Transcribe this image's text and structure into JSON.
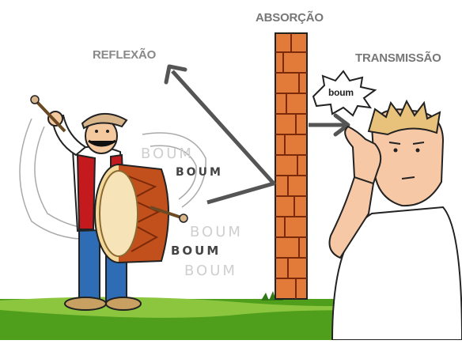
{
  "labels": {
    "absorption": "ABSORÇÃO",
    "reflection": "REFLEXÃO",
    "transmission": "TRANSMISSÃO"
  },
  "sounds": {
    "faded_1": "BOUM",
    "boum_1": "BOUM",
    "faded_2": "BOUM",
    "boum_2": "BOUM",
    "faded_3": "BOUM",
    "bubble": "boum"
  },
  "colors": {
    "grass": "#4f9e1c",
    "grass_light": "#8cc63f",
    "brick": "#c2501c",
    "brick_light": "#e27a3a",
    "arrow": "#555555",
    "text_gray": "#7a7a7a",
    "faded_text": "#c8c8c8"
  }
}
